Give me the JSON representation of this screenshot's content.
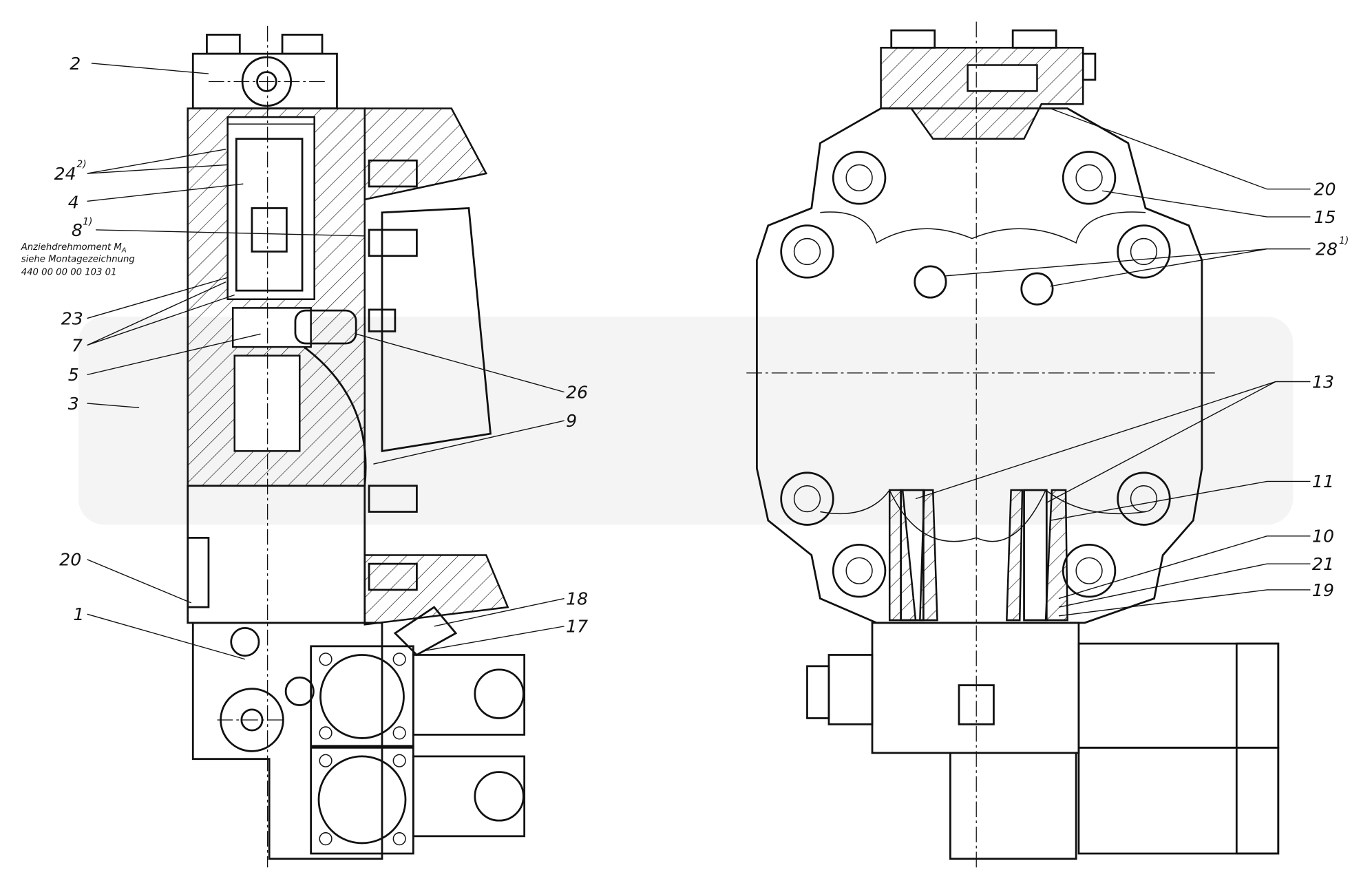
{
  "drawing": {
    "left_view_labels": [
      {
        "id": "2",
        "text": "2",
        "sup": ""
      },
      {
        "id": "24",
        "text": "24",
        "sup": "2)"
      },
      {
        "id": "4",
        "text": "4",
        "sup": ""
      },
      {
        "id": "8",
        "text": "8",
        "sup": "1)"
      },
      {
        "id": "23",
        "text": "23",
        "sup": ""
      },
      {
        "id": "7",
        "text": "7",
        "sup": ""
      },
      {
        "id": "5",
        "text": "5",
        "sup": ""
      },
      {
        "id": "3",
        "text": "3",
        "sup": ""
      },
      {
        "id": "26",
        "text": "26",
        "sup": ""
      },
      {
        "id": "9",
        "text": "9",
        "sup": ""
      },
      {
        "id": "20",
        "text": "20",
        "sup": ""
      },
      {
        "id": "1",
        "text": "1",
        "sup": ""
      },
      {
        "id": "18",
        "text": "18",
        "sup": ""
      },
      {
        "id": "17",
        "text": "17",
        "sup": ""
      }
    ],
    "note": {
      "line1": "Anziehdrehmoment M",
      "line1_sub": "A",
      "line2": "siehe Montagezeichnung",
      "line3": "440 00 00 00 103 01"
    },
    "right_view_labels": [
      {
        "id": "20",
        "text": "20",
        "sup": ""
      },
      {
        "id": "15",
        "text": "15",
        "sup": ""
      },
      {
        "id": "28",
        "text": "28",
        "sup": "1)"
      },
      {
        "id": "13",
        "text": "13",
        "sup": ""
      },
      {
        "id": "11",
        "text": "11",
        "sup": ""
      },
      {
        "id": "10",
        "text": "10",
        "sup": ""
      },
      {
        "id": "21",
        "text": "21",
        "sup": ""
      },
      {
        "id": "19",
        "text": "19",
        "sup": ""
      }
    ]
  }
}
